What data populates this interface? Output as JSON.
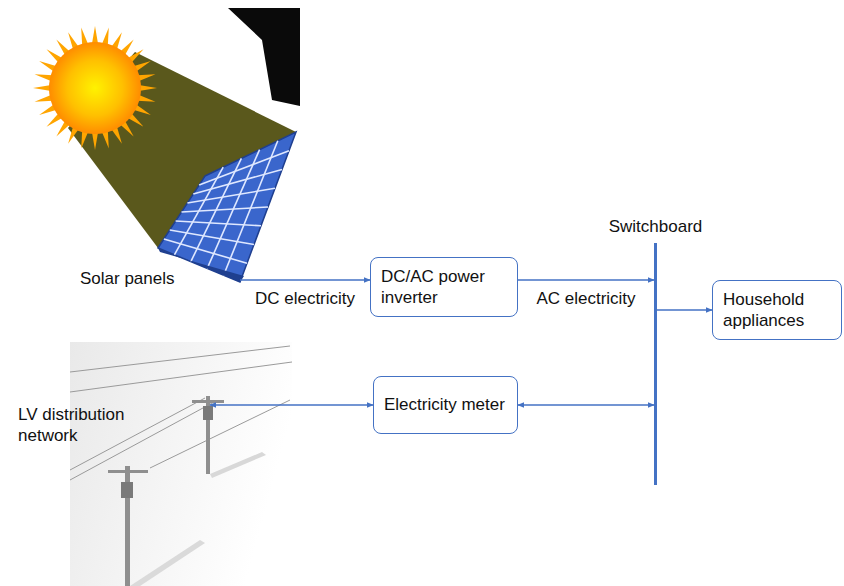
{
  "diagram": {
    "nodes": [
      {
        "text": [
          "Solar panels"
        ]
      },
      {
        "text": [
          "DC/AC power inverter"
        ]
      },
      {
        "text": [
          "Switchboard"
        ]
      },
      {
        "text": [
          "Household appliances"
        ]
      },
      {
        "text": [
          "LV distribution network"
        ]
      },
      {
        "text": [
          "Electricity meter"
        ]
      }
    ],
    "edges": [
      {
        "from": 0,
        "to": 1,
        "label": "DC electricity",
        "arrow": "to"
      },
      {
        "from": 1,
        "to": 2,
        "label": "AC electricity",
        "arrow": "to"
      },
      {
        "from": 2,
        "to": 3,
        "arrow": "to"
      },
      {
        "from": 4,
        "to": 5,
        "arrow": "both"
      },
      {
        "from": 5,
        "to": 2,
        "arrow": "both"
      }
    ]
  }
}
